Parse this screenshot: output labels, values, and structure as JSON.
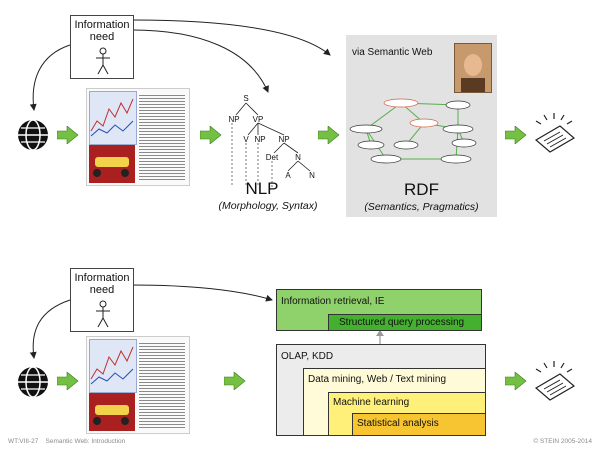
{
  "top": {
    "info_need": "Information\nneed",
    "nlp_title": "NLP",
    "nlp_sub": "(Morphology, Syntax)",
    "rdf_title": "RDF",
    "rdf_sub": "(Semantics, Pragmatics)",
    "semweb": "via Semantic Web",
    "tree": {
      "s": "S",
      "np": "NP",
      "vp": "VP",
      "v": "V",
      "np2": "NP",
      "np3": "NP",
      "det": "Det",
      "n1": "N",
      "a": "A",
      "n2": "N"
    }
  },
  "bottom": {
    "info_need": "Information\nneed",
    "ir": "Information retrieval, IE",
    "sqp": "Structured query processing",
    "olap": "OLAP, KDD",
    "dm": "Data mining, Web / Text mining",
    "ml": "Machine learning",
    "sa": "Statistical analysis"
  },
  "footer": {
    "left": "WT:VIII-27    Semantic Web: Introduction",
    "right": "© STEIN 2005-2014"
  },
  "colors": {
    "arrow_green": "#74c043",
    "ir_green": "#8fd16a",
    "sqp_green": "#45b02f",
    "ml_yellow": "#fff07a",
    "sa_orange": "#f6c531",
    "dm_cream": "#fffbd8",
    "olap_gray": "#ececec"
  }
}
